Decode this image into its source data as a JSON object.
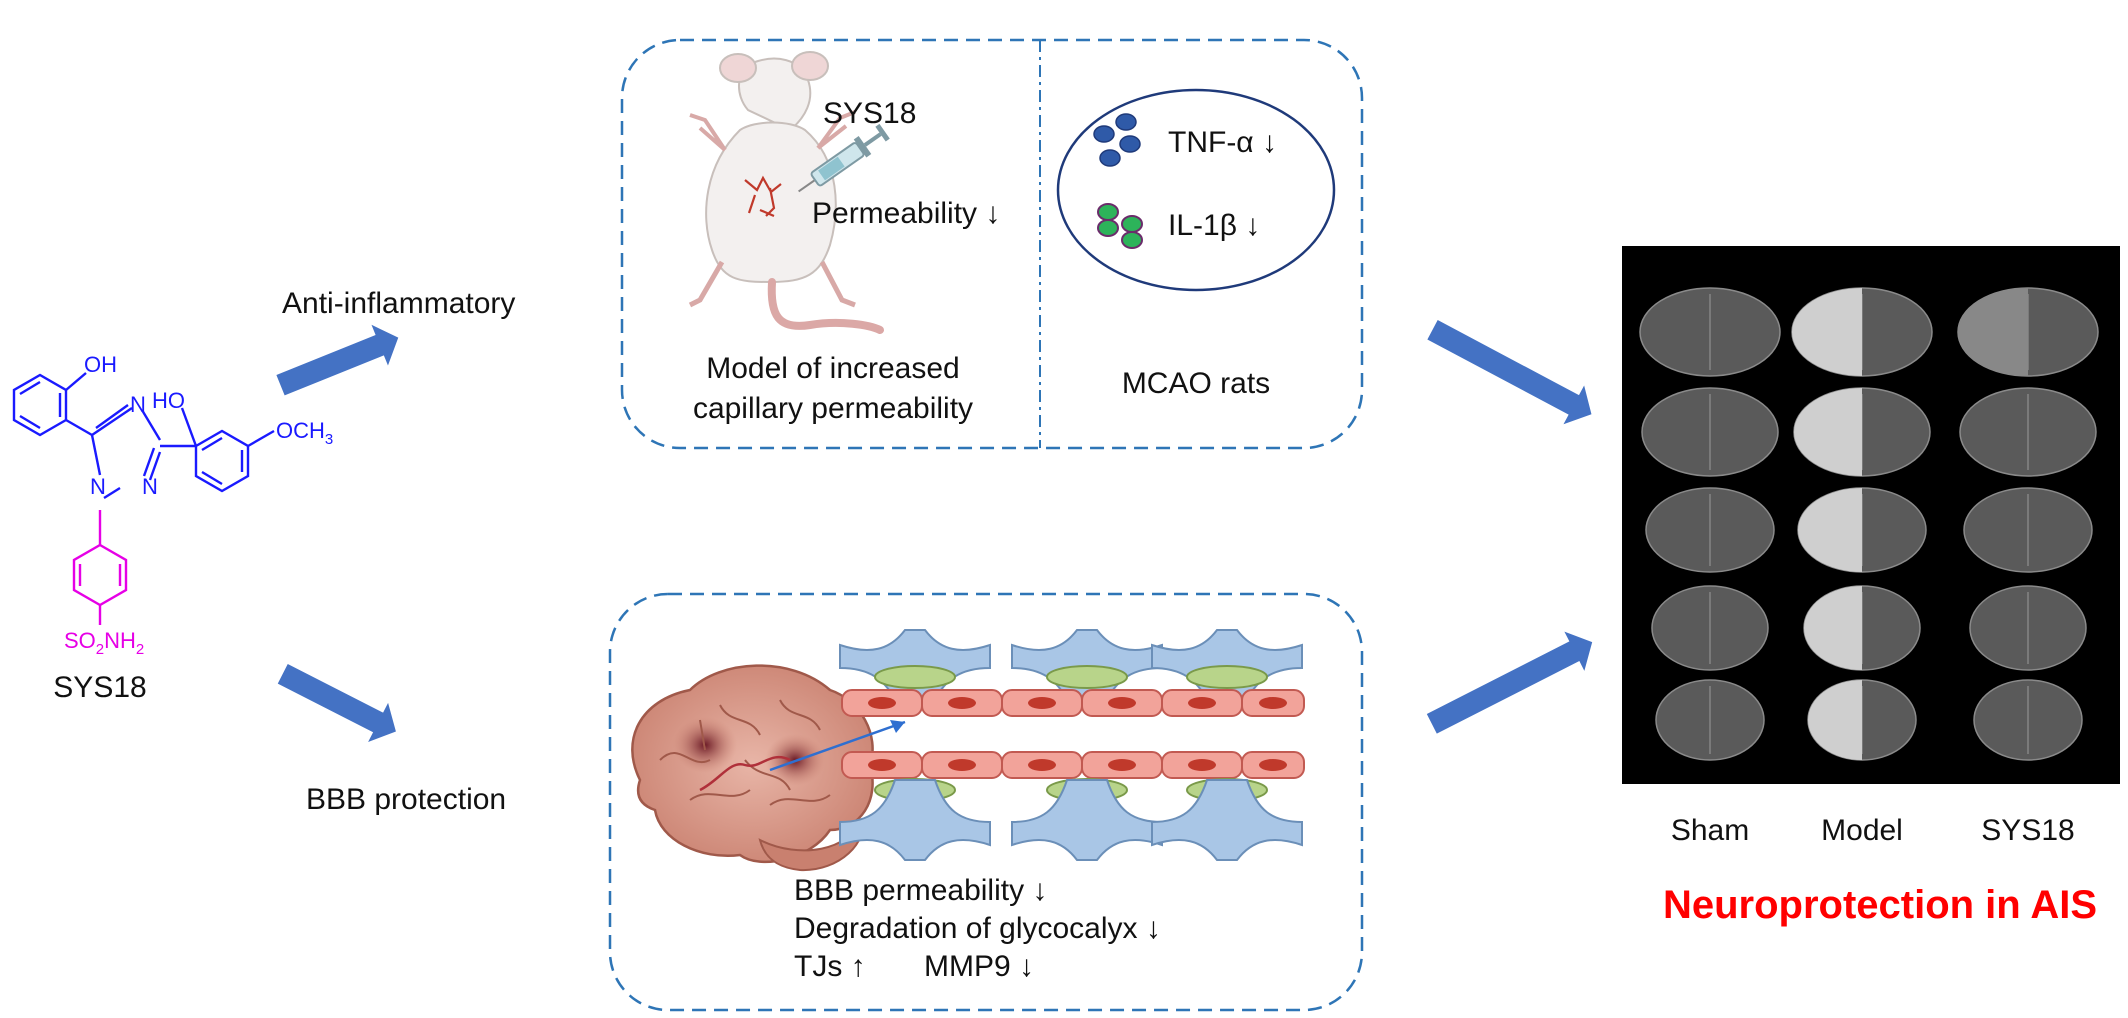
{
  "compound": {
    "name": "SYS18",
    "groups": {
      "oh1": "OH",
      "oh2": "HO",
      "och3": "OCH",
      "och3_sub": "3",
      "n_top": "N",
      "n_bottom": "N",
      "n_left": "N",
      "so2": "SO",
      "so2_sub": "2",
      "nh2": "NH",
      "nh2_sub": "2"
    }
  },
  "pathways": {
    "top": {
      "label": "Anti-inflammatory",
      "left_panel": {
        "drug": "SYS18",
        "effect": "Permeability ↓",
        "caption_line1": "Model of increased",
        "caption_line2": "capillary permeability"
      },
      "right_panel": {
        "marker1": "TNF-α ↓",
        "marker2": "IL-1β ↓",
        "caption": "MCAO rats"
      }
    },
    "bottom": {
      "label": "BBB protection",
      "effects": {
        "line1": "BBB permeability ↓",
        "line2": "Degradation of glycocalyx ↓",
        "line3a": "TJs ↑",
        "line3b": "MMP9 ↓"
      }
    }
  },
  "result": {
    "columns": [
      "Sham",
      "Model",
      "SYS18"
    ],
    "rows": 5,
    "title": "Neuroprotection in AIS",
    "title_color": "#ff0000"
  },
  "colors": {
    "arrow": "#4472c4",
    "dash_border": "#2e75b6",
    "structure_main": "#1a1aff",
    "structure_sulfonamide": "#e600e6",
    "cytokine_blue": "#2f5aa8",
    "cytokine_green": "#2db35a"
  }
}
